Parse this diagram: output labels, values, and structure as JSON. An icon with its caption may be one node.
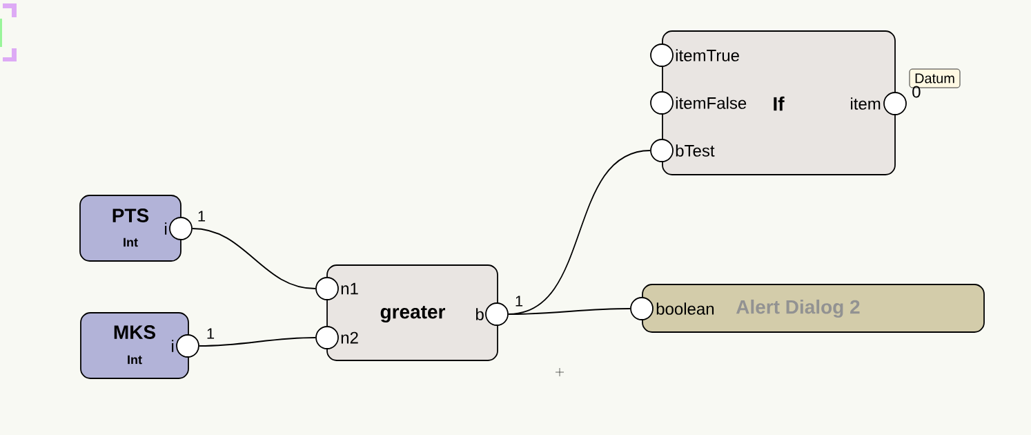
{
  "diagram": {
    "nodes": [
      {
        "text": [
          "PTS",
          "Int"
        ]
      },
      {
        "text": [],
        "shape": "circle",
        "beside": [
          "i"
        ]
      },
      {
        "text": [
          "MKS",
          "Int"
        ]
      },
      {
        "text": [],
        "shape": "circle",
        "beside": [
          "i"
        ]
      },
      {
        "text": [
          "greater"
        ]
      },
      {
        "text": [],
        "shape": "circle",
        "beside": [
          "n1"
        ]
      },
      {
        "text": [],
        "shape": "circle",
        "beside": [
          "n2"
        ]
      },
      {
        "text": [],
        "shape": "circle",
        "beside": [
          "b"
        ]
      },
      {
        "text": [
          "If"
        ]
      },
      {
        "text": [],
        "shape": "circle",
        "beside": [
          "itemTrue"
        ]
      },
      {
        "text": [],
        "shape": "circle",
        "beside": [
          "itemFalse"
        ]
      },
      {
        "text": [],
        "shape": "circle",
        "beside": [
          "bTest"
        ]
      },
      {
        "text": [],
        "shape": "circle",
        "beside": [
          "item",
          "0"
        ]
      },
      {
        "text": [
          "Datum"
        ]
      },
      {
        "text": [
          "Alert Dialog 2"
        ]
      },
      {
        "text": [],
        "shape": "circle",
        "beside": [
          "boolean"
        ]
      }
    ],
    "edges": [
      {
        "from": 1,
        "to": 5,
        "arrow": "none",
        "label": "1"
      },
      {
        "from": 3,
        "to": 6,
        "arrow": "none",
        "label": "1"
      },
      {
        "from": 7,
        "to": 11,
        "arrow": "none",
        "label": "1"
      },
      {
        "from": 7,
        "to": 15,
        "arrow": "none"
      }
    ]
  }
}
